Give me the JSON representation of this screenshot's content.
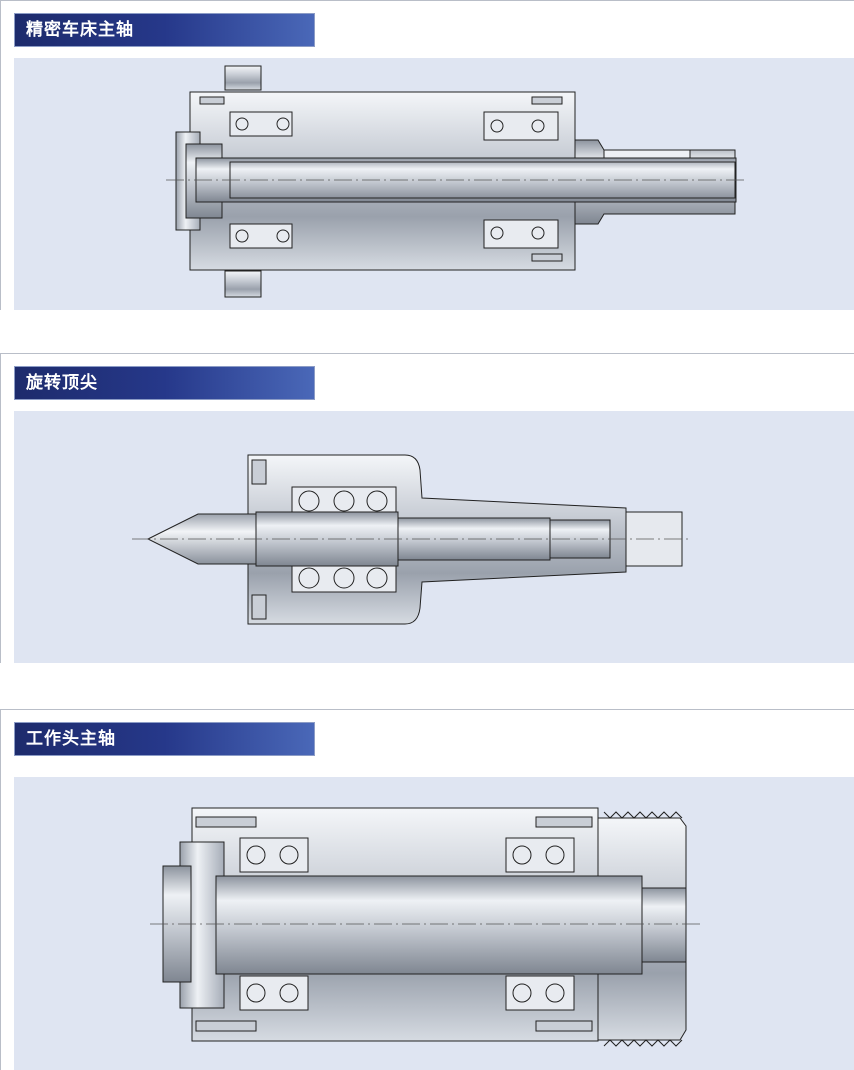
{
  "sections": [
    {
      "title": "精密车床主轴"
    },
    {
      "title": "旋转顶尖"
    },
    {
      "title": "工作头主轴"
    }
  ]
}
